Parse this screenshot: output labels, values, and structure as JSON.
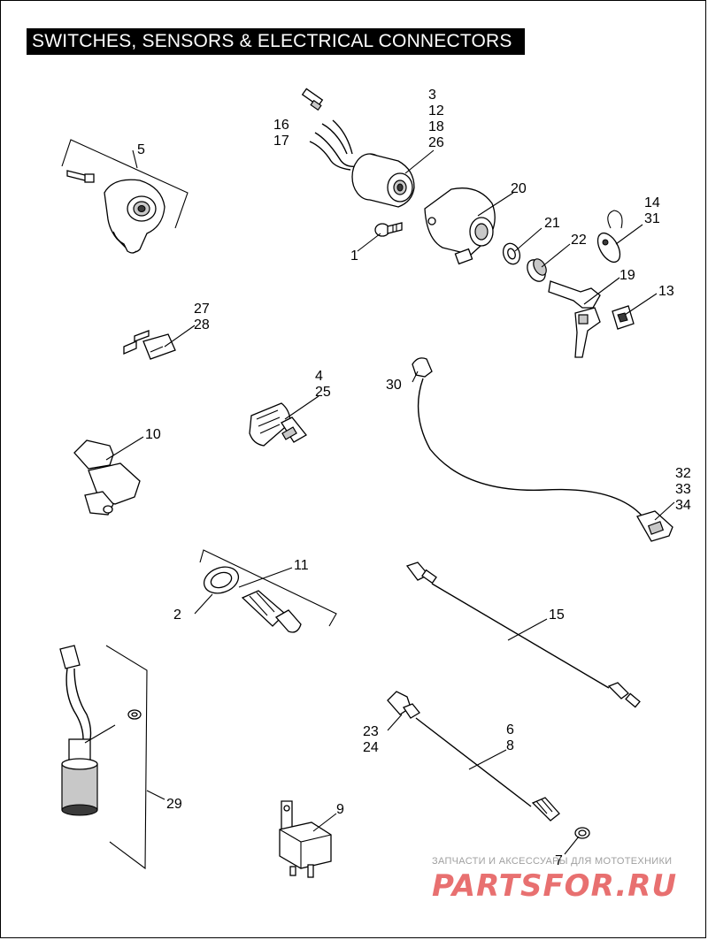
{
  "title": "SWITCHES, SENSORS & ELECTRICAL CONNECTORS",
  "callouts": {
    "c1": "1",
    "c2": "2",
    "c3": "3",
    "c12": "12",
    "c18": "18",
    "c26": "26",
    "c16": "16",
    "c17": "17",
    "c5": "5",
    "c20": "20",
    "c21": "21",
    "c22": "22",
    "c14": "14",
    "c31": "31",
    "c19": "19",
    "c13": "13",
    "c27": "27",
    "c28": "28",
    "c4": "4",
    "c25": "25",
    "c30": "30",
    "c10": "10",
    "c32": "32",
    "c33": "33",
    "c34": "34",
    "c11": "11",
    "c15": "15",
    "c6": "6",
    "c8": "8",
    "c23": "23",
    "c24": "24",
    "c29": "29",
    "c9": "9",
    "c7": "7"
  },
  "watermark": {
    "tagline": "ЗАПЧАСТИ И АКСЕССУАРЫ ДЛЯ МОТОТЕХНИКИ",
    "logo": "PARTSFOR.RU"
  }
}
